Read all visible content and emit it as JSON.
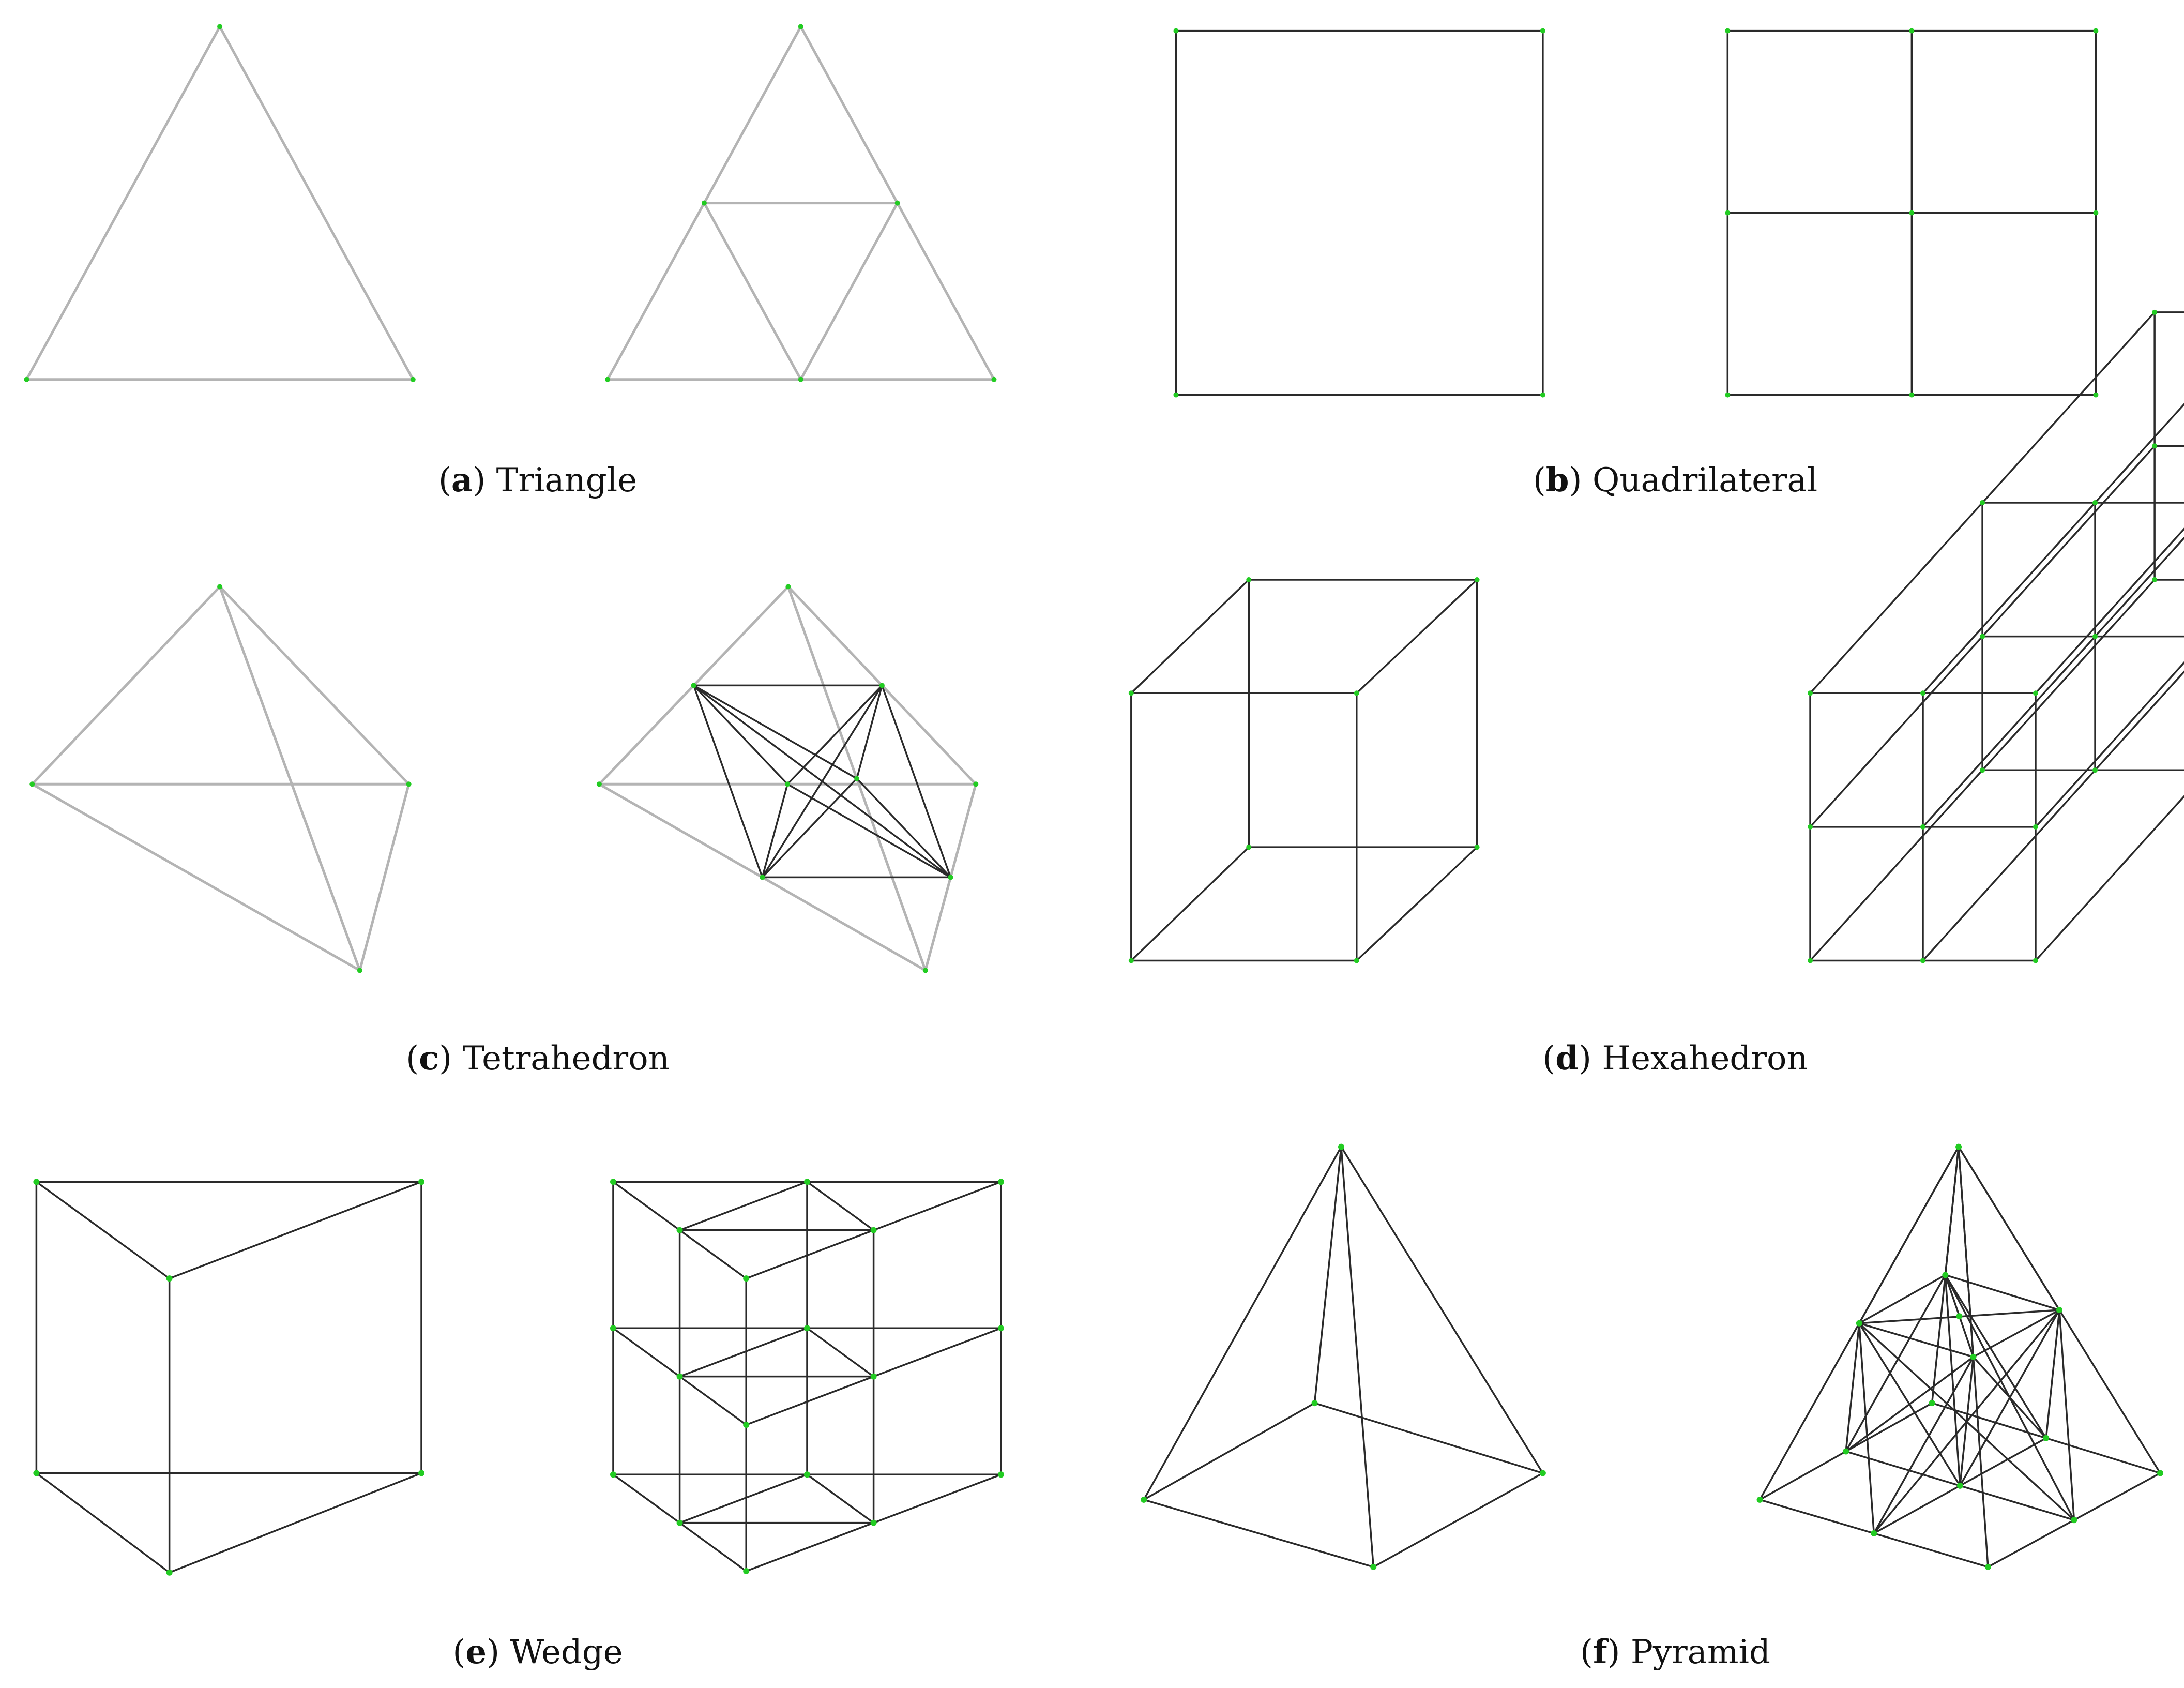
{
  "colors": {
    "node": "#22cc22",
    "edge_light": "#b4b4b4",
    "edge_dark": "#2a2a2a",
    "caption": "#111111"
  },
  "panels": [
    {
      "id": "a",
      "letter": "a",
      "label": "Triangle"
    },
    {
      "id": "b",
      "letter": "b",
      "label": "Quadrilateral"
    },
    {
      "id": "c",
      "letter": "c",
      "label": "Tetrahedron"
    },
    {
      "id": "d",
      "letter": "d",
      "label": "Hexahedron"
    },
    {
      "id": "e",
      "letter": "e",
      "label": "Wedge"
    },
    {
      "id": "f",
      "letter": "f",
      "label": "Pyramid"
    }
  ]
}
